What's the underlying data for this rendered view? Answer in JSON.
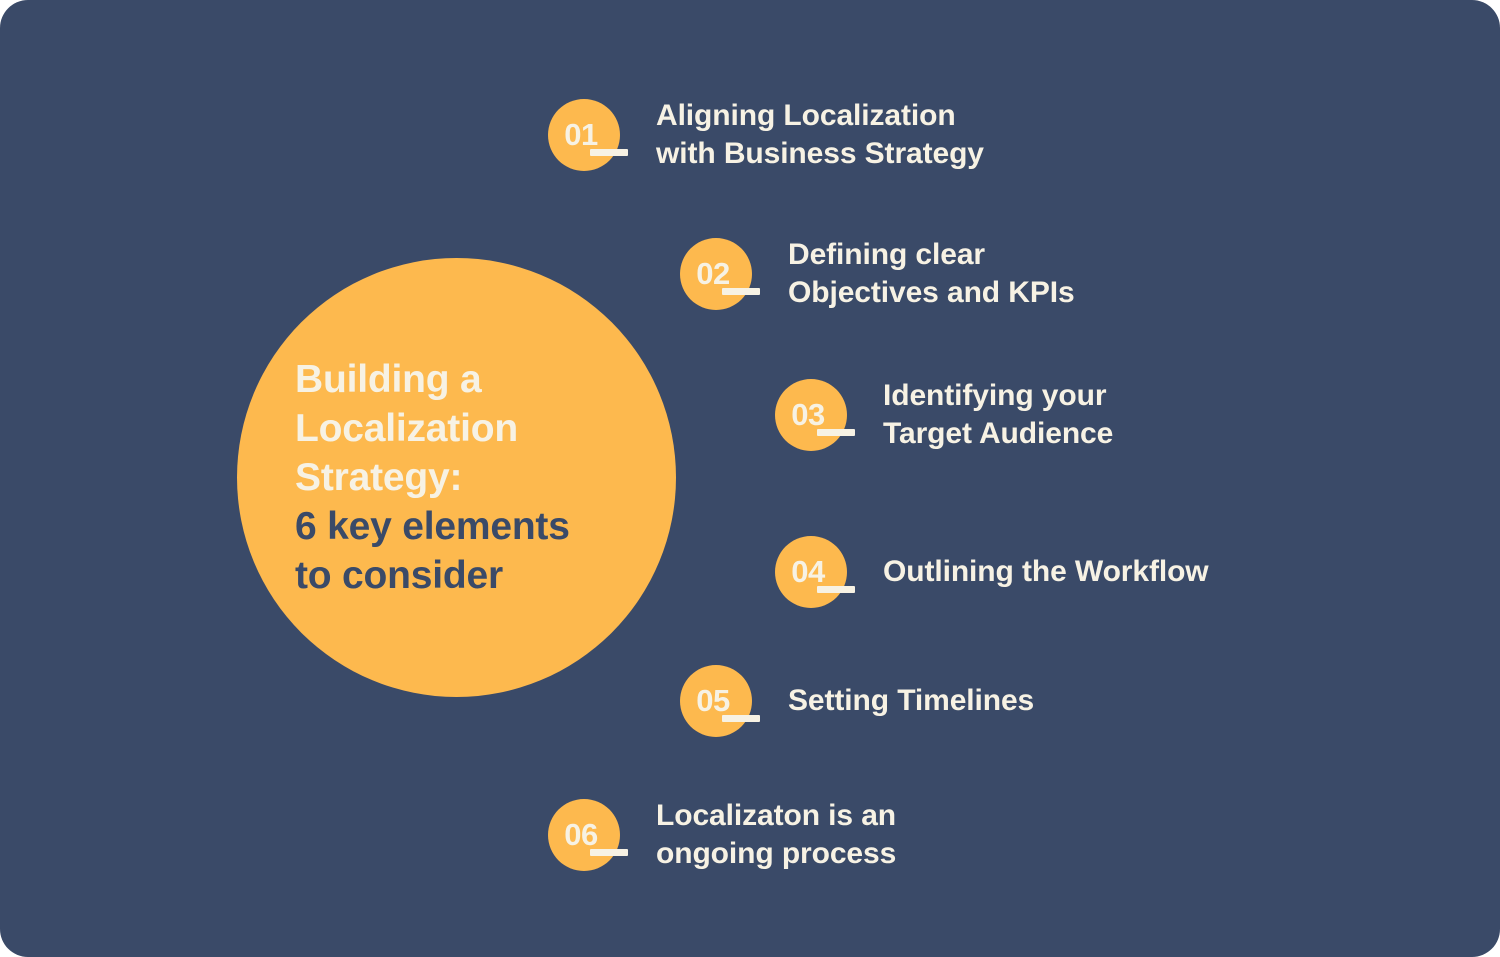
{
  "theme": {
    "background": "#3a4a68",
    "accent": "#fdb94e",
    "text_light": "#f7f2e4",
    "text_dark": "#3a4a68"
  },
  "hub": {
    "lines_light": [
      "Building a",
      "Localization",
      "Strategy:"
    ],
    "lines_dark": [
      "6 key elements",
      "to consider"
    ]
  },
  "items": [
    {
      "number": "01",
      "label": "Aligning Localization\nwith Business Strategy"
    },
    {
      "number": "02",
      "label": "Defining clear\nObjectives and KPIs"
    },
    {
      "number": "03",
      "label": "Identifying your\nTarget Audience"
    },
    {
      "number": "04",
      "label": "Outlining the Workflow"
    },
    {
      "number": "05",
      "label": "Setting Timelines"
    },
    {
      "number": "06",
      "label": "Localizaton is an\nongoing process"
    }
  ]
}
